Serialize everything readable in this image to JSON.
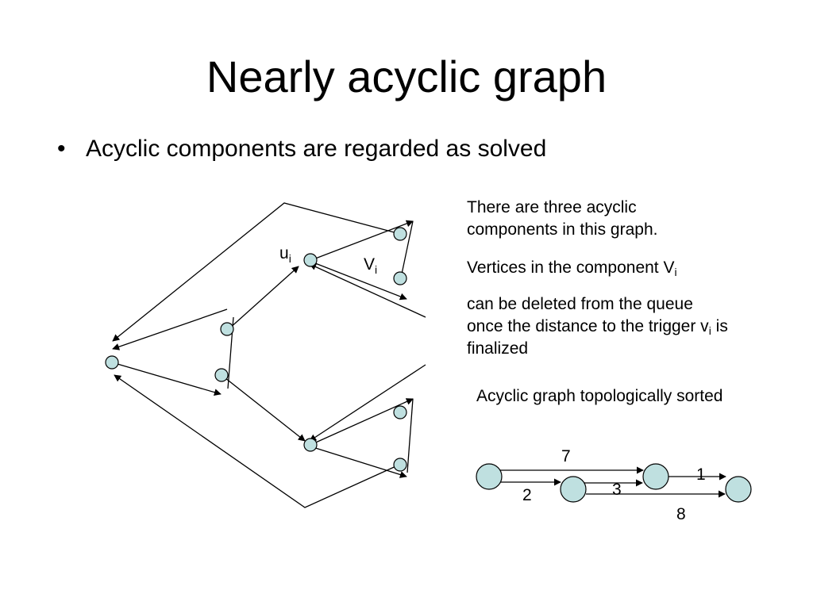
{
  "slide": {
    "title": "Nearly acyclic graph",
    "bullet": "Acyclic components are regarded as solved",
    "bullet_marker": "•"
  },
  "description": {
    "para1": "There are three acyclic components in this graph.",
    "para2_text": "Vertices in the component V",
    "para2_sub": "i",
    "para3_before": "can be deleted from the queue once the distance to the trigger v",
    "para3_sub": "i",
    "para3_after": " is finalized",
    "sorted_caption": "Acyclic graph topologically sorted"
  },
  "graph_labels": {
    "u_base": "u",
    "u_sub": "i",
    "v_base": "V",
    "v_sub": "i"
  },
  "sorted_graph": {
    "edge_weights": [
      "7",
      "1",
      "2",
      "3",
      "8"
    ]
  },
  "colors": {
    "node_fill": "#bfe0e0",
    "line": "#000000",
    "background": "#ffffff"
  }
}
